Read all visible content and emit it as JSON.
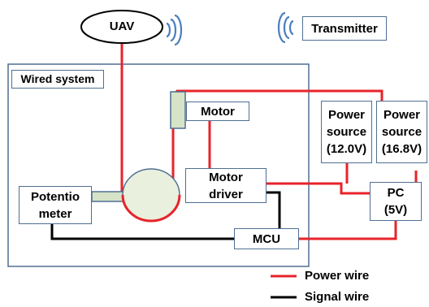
{
  "colors": {
    "power_wire": "#e8232a",
    "signal_wire": "#000000",
    "box_border": "#4f6f93",
    "signal_waves": "#4a7dbf",
    "connector_fill": "#d7e3c7",
    "drum_fill": "#e9f0dd"
  },
  "uav": {
    "label": "UAV"
  },
  "transmitter": {
    "label": "Transmitter"
  },
  "wired_system": {
    "label": "Wired system"
  },
  "motor": {
    "label": "Motor"
  },
  "motor_driver": {
    "label": "Motor\ndriver"
  },
  "potentiometer": {
    "label": "Potentio\nmeter"
  },
  "mcu": {
    "label": "MCU"
  },
  "power_source_1": {
    "label": "Power\nsource\n(12.0V)"
  },
  "power_source_2": {
    "label": "Power\nsource\n(16.8V)"
  },
  "pc": {
    "label": "PC\n(5V)"
  },
  "legend": {
    "power_wire_label": "Power wire",
    "signal_wire_label": "Signal wire"
  },
  "icons": {
    "uav_signal": "wireless-waves-right-icon",
    "transmitter_signal": "wireless-waves-left-icon"
  }
}
